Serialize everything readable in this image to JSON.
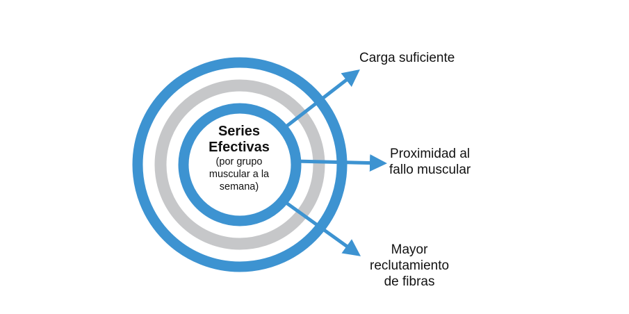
{
  "colors": {
    "blue": "#3d93d1",
    "gray": "#c6c7c9",
    "arrow": "#3d93d1",
    "text": "#111111",
    "background": "#ffffff"
  },
  "center": {
    "title_line1": "Series",
    "title_line2": "Efectivas",
    "sub_line1": "(por grupo",
    "sub_line2": "muscular a la",
    "sub_line3": "semana)"
  },
  "labels": {
    "carga": "Carga suficiente",
    "proximidad_line1": "Proximidad al",
    "proximidad_line2": "fallo muscular",
    "mayor_line1": "Mayor",
    "mayor_line2": "reclutamiento",
    "mayor_line3": "de fibras"
  }
}
